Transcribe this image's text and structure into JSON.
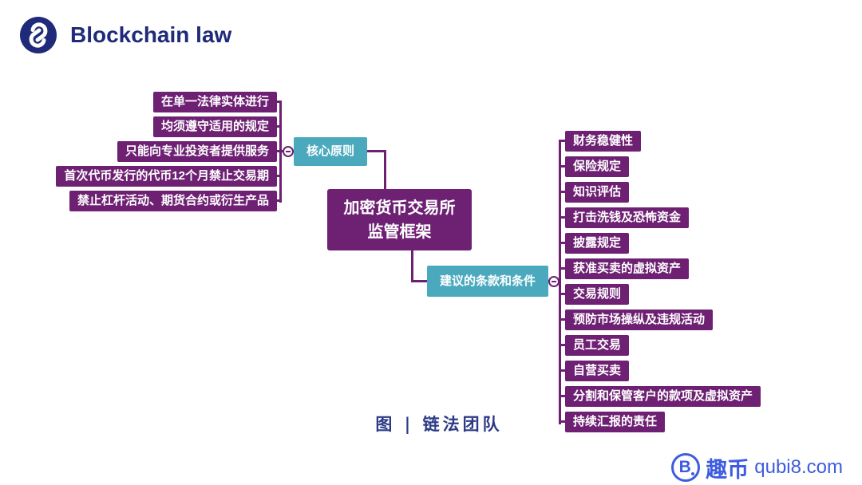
{
  "header": {
    "brand": "Blockchain law"
  },
  "mindmap": {
    "root": {
      "line1": "加密货币交易所",
      "line2": "监管框架"
    },
    "left_branch": {
      "label": "核心原则",
      "items": [
        "在单一法律实体进行",
        "均须遵守适用的规定",
        "只能向专业投资者提供服务",
        "首次代币发行的代币12个月禁止交易期",
        "禁止杠杆活动、期货合约或衍生产品"
      ]
    },
    "right_branch": {
      "label": "建议的条款和条件",
      "items": [
        "财务稳健性",
        "保险规定",
        "知识评估",
        "打击洗钱及恐怖资金",
        "披露规定",
        "获准买卖的虚拟资产",
        "交易规则",
        "预防市场操纵及违规活动",
        "员工交易",
        "自营买卖",
        "分割和保管客户的款项及虚拟资产",
        "持续汇报的责任"
      ]
    }
  },
  "caption": "图 | 链法团队",
  "watermark": {
    "icon_letter": "B",
    "cn": "趣币",
    "domain": "qubi8.com"
  },
  "colors": {
    "purple": "#6e2173",
    "teal": "#4aa9bd",
    "navy": "#1f2b7a",
    "caption_navy": "#2c3a85",
    "blue": "#3d5ce0"
  }
}
